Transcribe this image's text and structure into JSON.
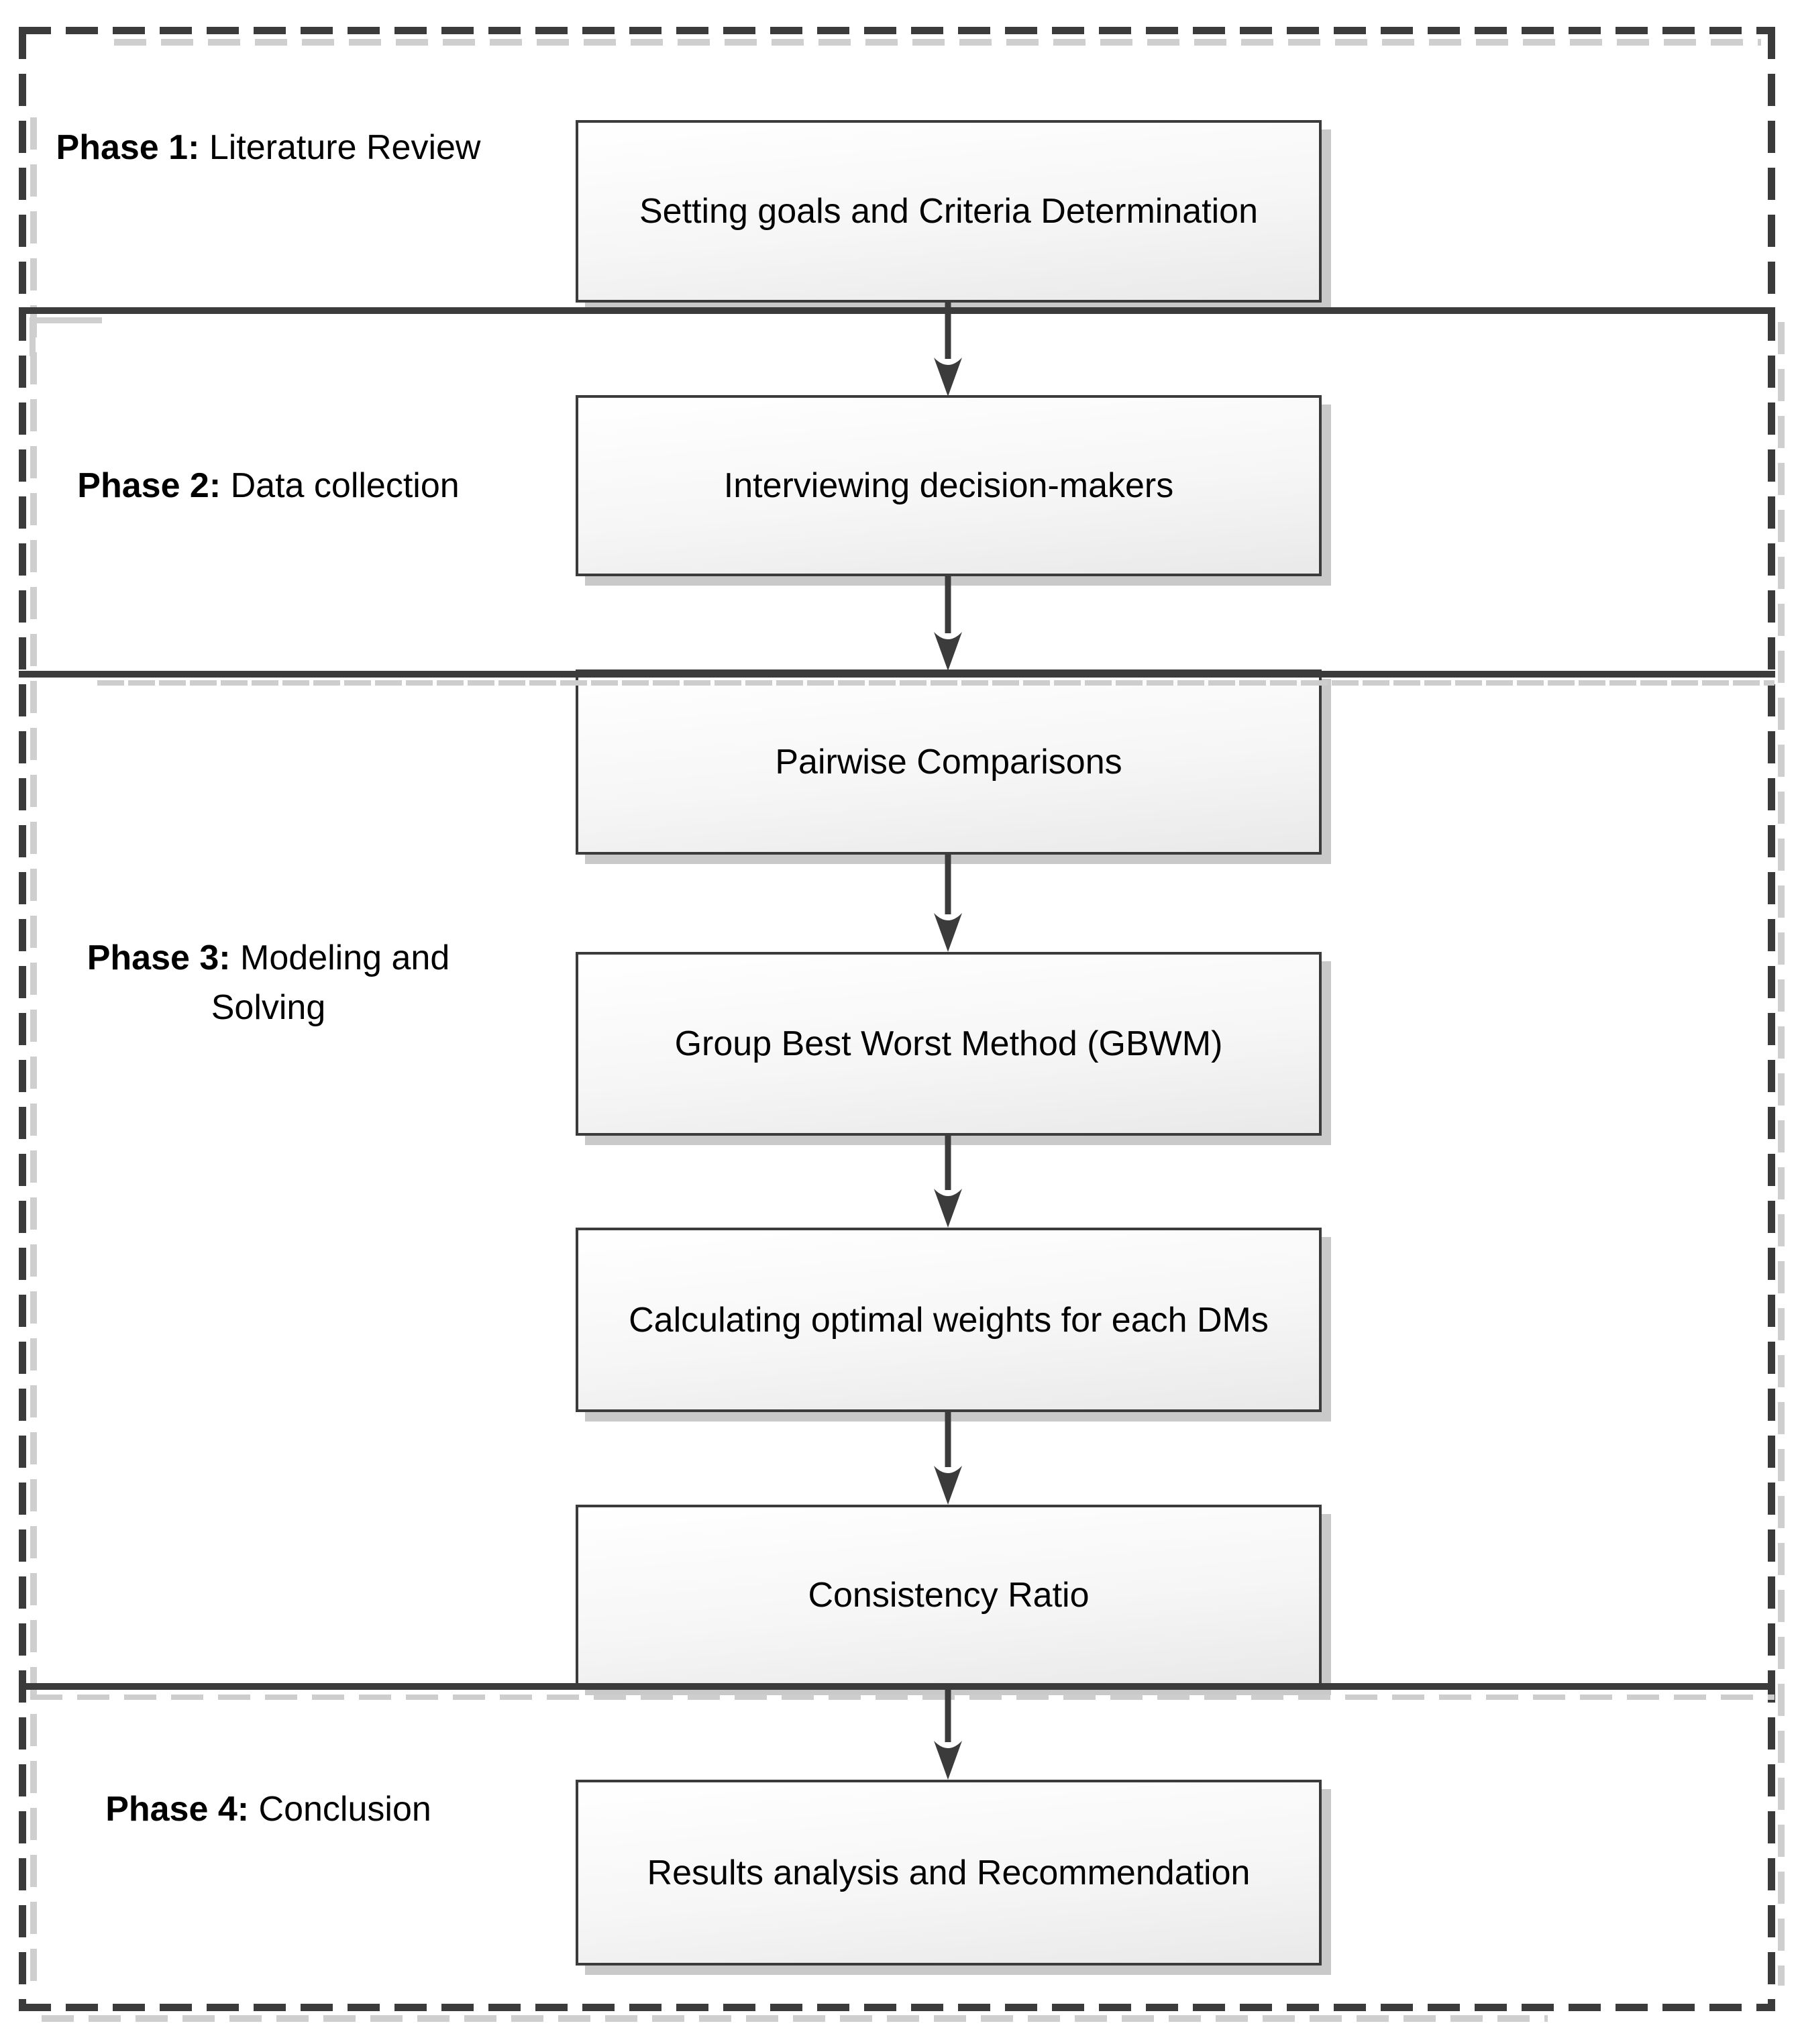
{
  "diagram": {
    "type": "flowchart",
    "phases": [
      {
        "label_bold": "Phase 1:",
        "label_rest": " Literature Review",
        "boxes": [
          "Setting goals and Criteria Determination"
        ]
      },
      {
        "label_bold": "Phase 2:",
        "label_rest": " Data collection",
        "boxes": [
          "Interviewing decision-makers"
        ]
      },
      {
        "label_bold": "Phase 3:",
        "label_rest": " Modeling and Solving",
        "boxes": [
          "Pairwise Comparisons",
          "Group Best Worst Method (GBWM)",
          "Calculating optimal weights for each DMs",
          "Consistency Ratio"
        ]
      },
      {
        "label_bold": "Phase 4:",
        "label_rest": " Conclusion",
        "boxes": [
          "Results analysis and Recommendation"
        ]
      }
    ],
    "colors": {
      "line": "#3b3b3b",
      "box_border": "#3b3b3b",
      "box_fill_top": "#ffffff",
      "box_fill_bottom": "#e9e9e9",
      "shadow": "#c9c9c9",
      "text": "#000000"
    }
  }
}
